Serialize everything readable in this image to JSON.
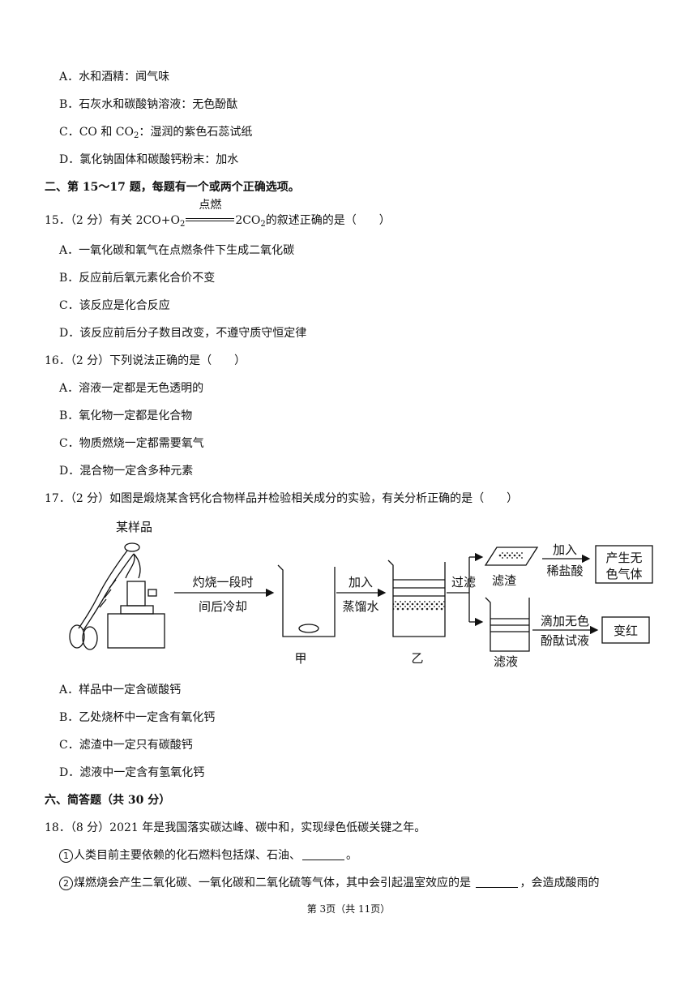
{
  "q14_options": [
    "A．水和酒精：闻气味",
    "B．石灰水和碳酸钠溶液：无色酚酞",
    "C．CO 和 CO",
    "D．氯化钠固体和碳酸钙粉末：加水"
  ],
  "q14_c_tail": "：湿润的紫色石蕊试纸",
  "q14_c_sub": "2",
  "section2_heading": "二、第 15～17 题，每题有一个或两个正确选项。",
  "q15": {
    "prefix": "15．（2 分）有关 2CO+O",
    "sub1": "2",
    "condition": "点燃",
    "after": "2CO",
    "sub2": "2",
    "suffix": "的叙述正确的是（　　）",
    "options": [
      "A．一氧化碳和氧气在点燃条件下生成二氧化碳",
      "B．反应前后氧元素化合价不变",
      "C．该反应是化合反应",
      "D．该反应前后分子数目改变，不遵守质守恒定律"
    ]
  },
  "q16": {
    "stem": "16．（2 分）下列说法正确的是（　　）",
    "options": [
      "A．溶液一定都是无色透明的",
      "B．氧化物一定都是化合物",
      "C．物质燃烧一定都需要氧气",
      "D．混合物一定含多种元素"
    ]
  },
  "q17": {
    "stem": "17．（2 分）如图是煅烧某含钙化合物样品并检验相关成分的实验，有关分析正确的是（　　）",
    "diagram": {
      "sample_label": "某样品",
      "step1_line1": "灼烧一段时",
      "step1_line2": "间后冷却",
      "beaker_jia": "甲",
      "step2_line1": "加入",
      "step2_line2": "蒸馏水",
      "beaker_yi": "乙",
      "filter_label": "过滤",
      "residue_label": "滤渣",
      "acid_line1": "加入",
      "acid_line2": "稀盐酸",
      "result1_line1": "产生无",
      "result1_line2": "色气体",
      "filtrate_label": "滤液",
      "indicator_line1": "滴加无色",
      "indicator_line2": "酚酞试液",
      "result2": "变红"
    },
    "options": [
      "A．样品中一定含碳酸钙",
      "B．乙处烧杯中一定含有氧化钙",
      "C．滤渣中一定只有碳酸钙",
      "D．滤液中一定含有氢氧化钙"
    ]
  },
  "section6_heading": "六、简答题（共 30 分）",
  "q18": {
    "stem": "18．（8 分）2021 年是我国落实碳达峰、碳中和，实现绿色低碳关键之年。",
    "marker1": "1",
    "item1_before": "人类目前主要依赖的化石燃料包括煤、石油、",
    "item1_after": "。",
    "marker2": "2",
    "item2_before": "煤燃烧会产生二氧化碳、一氧化碳和二氧化硫等气体，其中会引起温室效应的是 ",
    "item2_after": "，会造成酸雨的"
  },
  "footer": "第 3页（共 11页）"
}
